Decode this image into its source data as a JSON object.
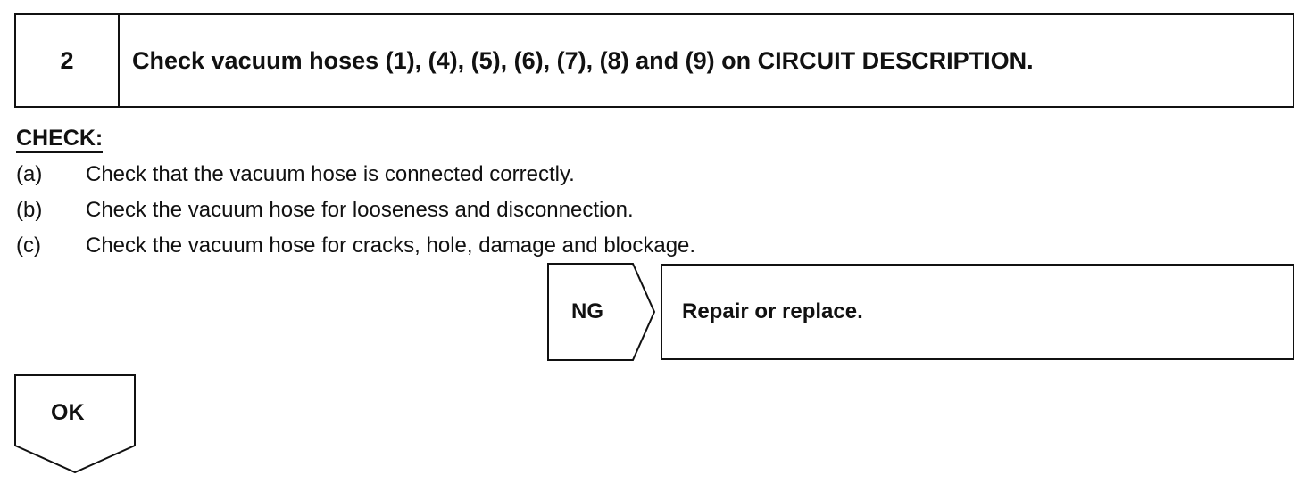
{
  "step": {
    "number": "2",
    "title": "Check vacuum hoses (1), (4), (5), (6), (7), (8) and (9) on CIRCUIT DESCRIPTION."
  },
  "check": {
    "heading": "CHECK:",
    "items": [
      {
        "letter": "(a)",
        "text": "Check that the vacuum hose is connected correctly."
      },
      {
        "letter": "(b)",
        "text": "Check the vacuum hose for looseness and disconnection."
      },
      {
        "letter": "(c)",
        "text": "Check the vacuum hose for cracks, hole, damage and blockage."
      }
    ]
  },
  "ng_branch": {
    "label": "NG",
    "result": "Repair or replace."
  },
  "ok_branch": {
    "label": "OK"
  }
}
